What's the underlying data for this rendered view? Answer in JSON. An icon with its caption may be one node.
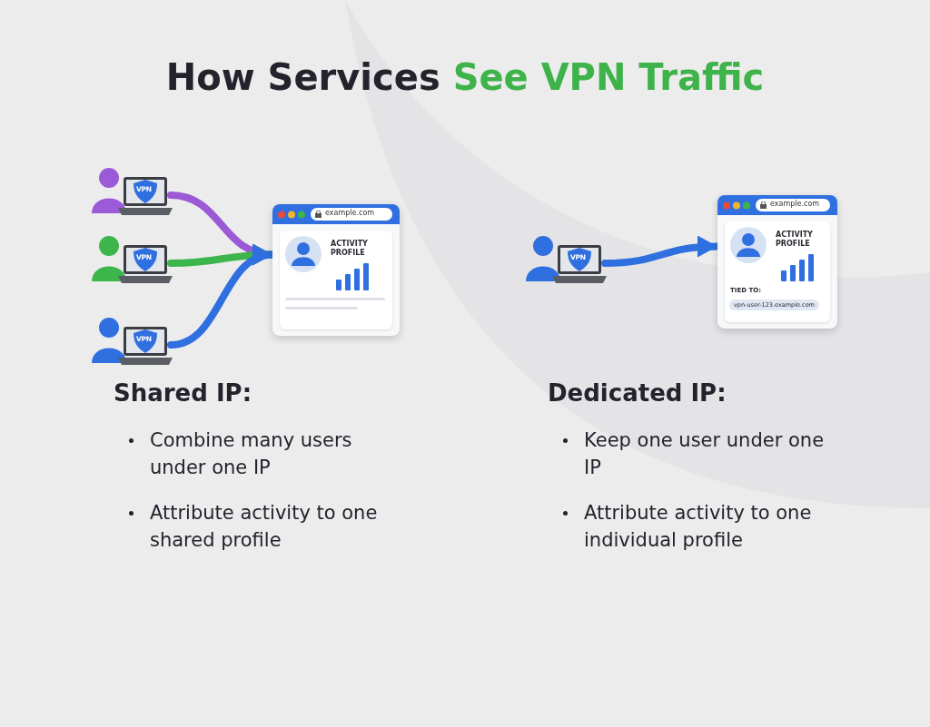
{
  "diagram": {
    "title": "How Services See VPN Traffic",
    "nodes": [
      {
        "text": [
          "VPN"
        ]
      },
      {
        "text": [
          "VPN"
        ]
      },
      {
        "text": [
          "VPN"
        ]
      },
      {
        "text": [
          "example.com",
          "ACTIVITY PROFILE"
        ]
      },
      {
        "text": [
          "VPN"
        ]
      },
      {
        "text": [
          "example.com",
          "ACTIVITY PROFILE",
          "TIED TO:",
          "vpn-user-123.example.com"
        ]
      }
    ],
    "edges": [
      {
        "from": 0,
        "to": 3,
        "arrow": "to",
        "color": "#9b59d6"
      },
      {
        "from": 1,
        "to": 3,
        "arrow": "to",
        "color": "#3cb54a"
      },
      {
        "from": 2,
        "to": 3,
        "arrow": "to"
      },
      {
        "from": 4,
        "to": 5,
        "arrow": "to"
      }
    ],
    "labels": [
      "Shared IP:",
      "Combine many users under one IP",
      "Attribute activity to one shared profile",
      "Dedicated IP:",
      "Keep one user under one IP",
      "Attribute activity to one individual profile"
    ]
  }
}
